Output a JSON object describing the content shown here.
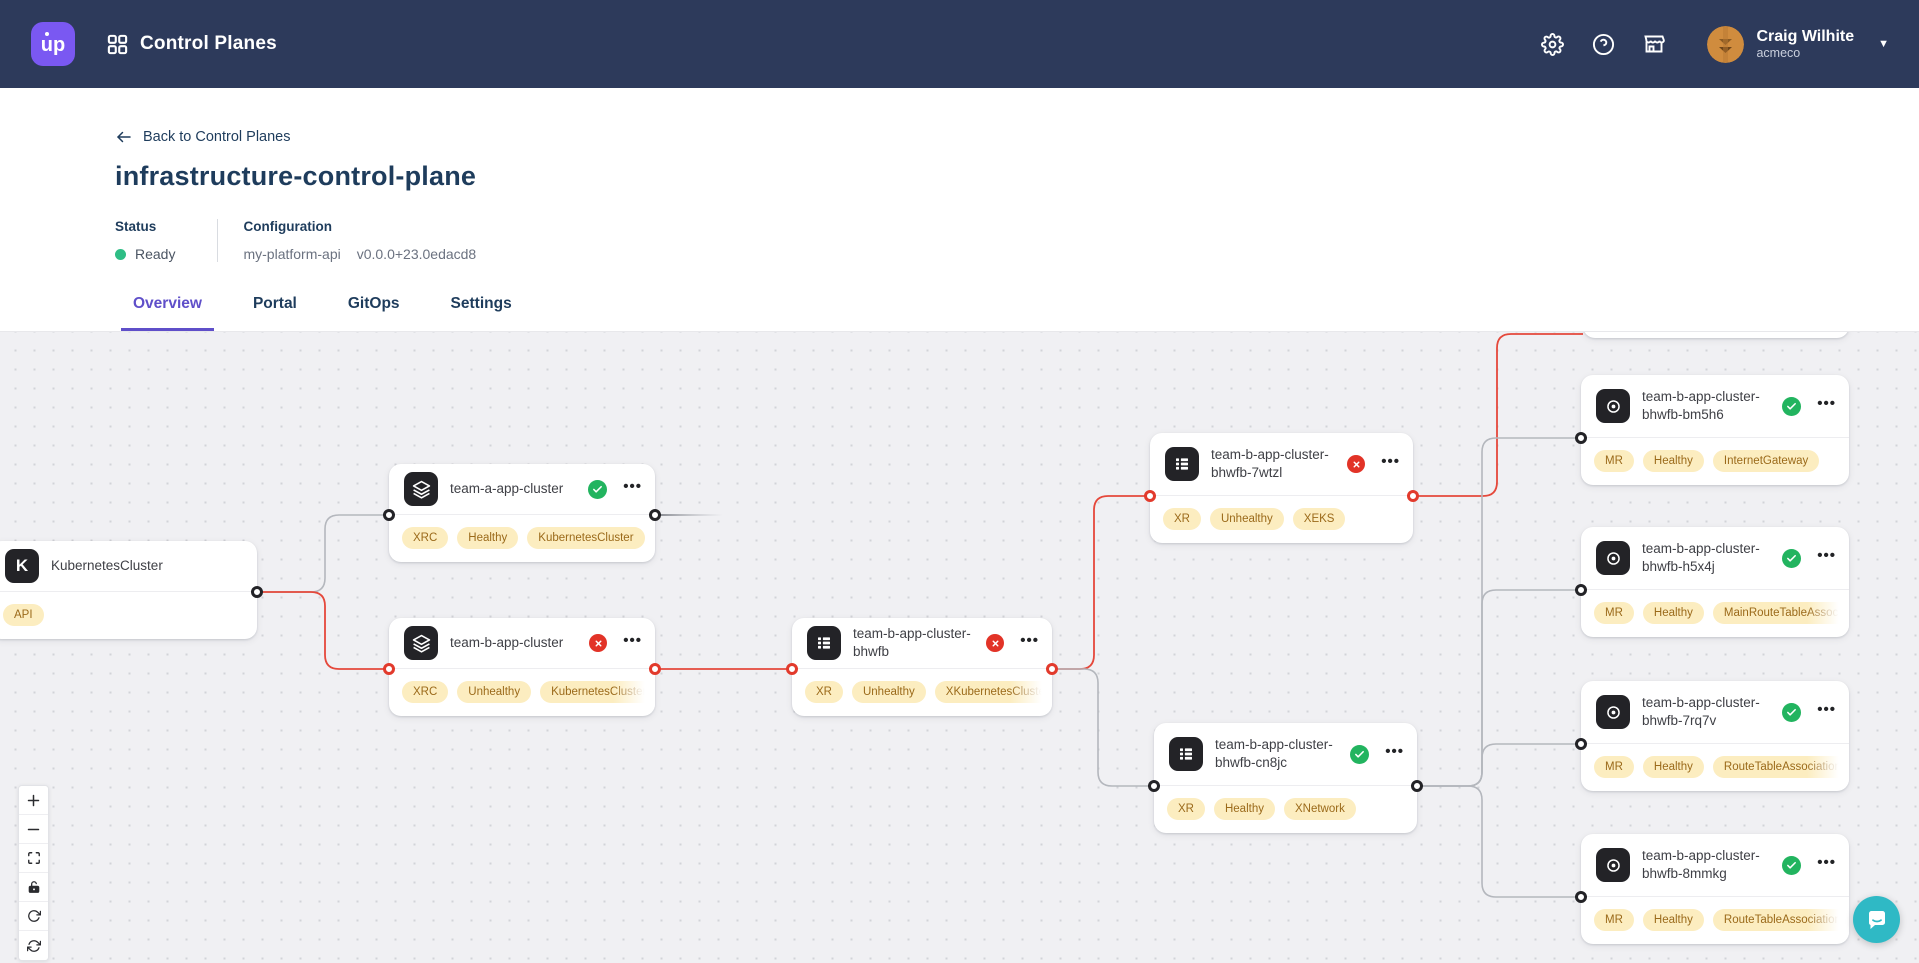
{
  "navbar": {
    "logo_text": "up",
    "title": "Control Planes",
    "user_name": "Craig Wilhite",
    "user_org": "acmeco"
  },
  "header": {
    "back_label": "Back to Control Planes",
    "title": "infrastructure-control-plane",
    "status_label": "Status",
    "status_value": "Ready",
    "config_label": "Configuration",
    "config_name": "my-platform-api",
    "config_version": "v0.0.0+23.0edacd8"
  },
  "tabs": [
    {
      "label": "Overview",
      "active": true
    },
    {
      "label": "Portal",
      "active": false
    },
    {
      "label": "GitOps",
      "active": false
    },
    {
      "label": "Settings",
      "active": false
    }
  ],
  "graph": {
    "nodes": [
      {
        "id": "kubernetescluster",
        "title": "KubernetesCluster",
        "icon": "kubernetes-k",
        "icon_letter": "K",
        "status": null,
        "badges": [
          "API"
        ]
      },
      {
        "id": "team-a-app-cluster",
        "title": "team-a-app-cluster",
        "icon": "layers",
        "status": "healthy",
        "badges": [
          "XRC",
          "Healthy",
          "KubernetesCluster"
        ]
      },
      {
        "id": "team-b-app-cluster",
        "title": "team-b-app-cluster",
        "icon": "layers",
        "status": "unhealthy",
        "badges": [
          "XRC",
          "Unhealthy",
          "KubernetesCluster"
        ]
      },
      {
        "id": "team-b-app-cluster-bhwfb",
        "title": "team-b-app-cluster-bhwfb",
        "icon": "composite",
        "status": "unhealthy",
        "badges": [
          "XR",
          "Unhealthy",
          "XKubernetesCluster"
        ]
      },
      {
        "id": "team-b-app-cluster-bhwfb-7wtzl",
        "title": "team-b-app-cluster-bhwfb-7wtzl",
        "icon": "composite",
        "status": "unhealthy",
        "badges": [
          "XR",
          "Unhealthy",
          "XEKS"
        ]
      },
      {
        "id": "team-b-app-cluster-bhwfb-cn8jc",
        "title": "team-b-app-cluster-bhwfb-cn8jc",
        "icon": "composite",
        "status": "healthy",
        "badges": [
          "XR",
          "Healthy",
          "XNetwork"
        ]
      },
      {
        "id": "team-b-app-cluster-bhwfb-bm5h6",
        "title": "team-b-app-cluster-bhwfb-bm5h6",
        "icon": "managed-resource",
        "status": "healthy",
        "badges": [
          "MR",
          "Healthy",
          "InternetGateway"
        ]
      },
      {
        "id": "team-b-app-cluster-bhwfb-h5x4j",
        "title": "team-b-app-cluster-bhwfb-h5x4j",
        "icon": "managed-resource",
        "status": "healthy",
        "badges": [
          "MR",
          "Healthy",
          "MainRouteTableAssociation"
        ]
      },
      {
        "id": "team-b-app-cluster-bhwfb-7rq7v",
        "title": "team-b-app-cluster-bhwfb-7rq7v",
        "icon": "managed-resource",
        "status": "healthy",
        "badges": [
          "MR",
          "Healthy",
          "RouteTableAssociation"
        ]
      },
      {
        "id": "team-b-app-cluster-bhwfb-8mmkg",
        "title": "team-b-app-cluster-bhwfb-8mmkg",
        "icon": "managed-resource",
        "status": "healthy",
        "badges": [
          "MR",
          "Healthy",
          "RouteTableAssociation"
        ]
      }
    ],
    "edges": [
      {
        "from": "kubernetescluster",
        "to": "team-a-app-cluster",
        "color": "gray"
      },
      {
        "from": "kubernetescluster",
        "to": "team-b-app-cluster",
        "color": "red"
      },
      {
        "from": "team-b-app-cluster",
        "to": "team-b-app-cluster-bhwfb",
        "color": "red"
      },
      {
        "from": "team-b-app-cluster-bhwfb",
        "to": "team-b-app-cluster-bhwfb-7wtzl",
        "color": "red"
      },
      {
        "from": "team-b-app-cluster-bhwfb",
        "to": "team-b-app-cluster-bhwfb-cn8jc",
        "color": "gray"
      },
      {
        "from": "team-b-app-cluster-bhwfb-7wtzl",
        "to": "offscreen-top-node",
        "color": "red"
      },
      {
        "from": "team-b-app-cluster-bhwfb-cn8jc",
        "to": "team-b-app-cluster-bhwfb-bm5h6",
        "color": "gray"
      },
      {
        "from": "team-b-app-cluster-bhwfb-cn8jc",
        "to": "team-b-app-cluster-bhwfb-h5x4j",
        "color": "gray"
      },
      {
        "from": "team-b-app-cluster-bhwfb-cn8jc",
        "to": "team-b-app-cluster-bhwfb-7rq7v",
        "color": "gray"
      },
      {
        "from": "team-b-app-cluster-bhwfb-cn8jc",
        "to": "team-b-app-cluster-bhwfb-8mmkg",
        "color": "gray"
      }
    ],
    "controls": [
      "zoom-in",
      "zoom-out",
      "fit-view",
      "lock",
      "rotate",
      "reset-view"
    ]
  },
  "colors": {
    "navbar_bg": "#2d3a5b",
    "logo_purple": "#7a58f2",
    "accent_purple": "#5f4fc9",
    "heading_navy": "#1e3c5c",
    "ready_green": "#2ebd85",
    "healthy_green": "#22b45f",
    "error_red": "#e23327",
    "edge_red": "#e5483b",
    "edge_gray": "#b4b7bd",
    "badge_bg": "#fcedc0",
    "badge_text": "#9b6a1a",
    "canvas_bg": "#f0f0f3",
    "chat_teal": "#2fb9c5"
  }
}
